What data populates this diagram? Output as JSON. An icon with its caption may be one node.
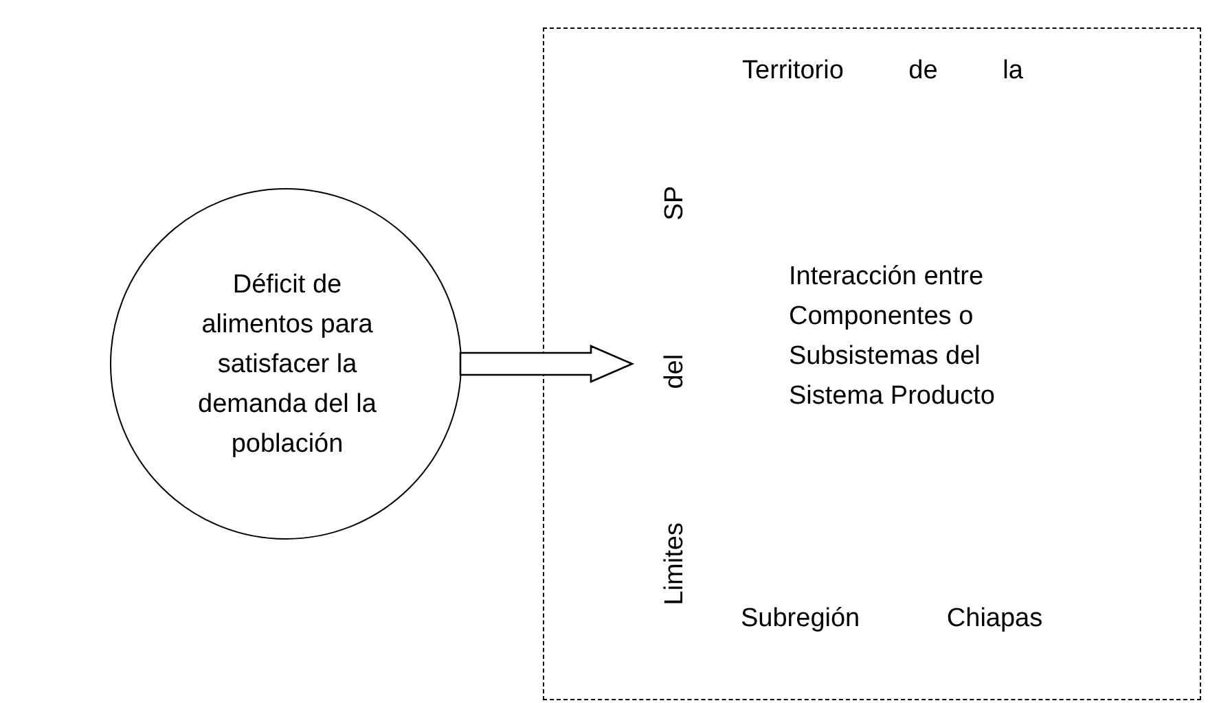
{
  "diagram": {
    "nodes": [
      {
        "text": [
          "Déficit de alimentos para satisfacer la demanda del la población"
        ]
      },
      {
        "text": [
          "Territorio de la",
          "Limites del SP",
          "Interacción entre Componentes o Subsistemas del Sistema Producto",
          "Subregión Chiapas"
        ]
      }
    ],
    "edges": [
      {
        "from": 0,
        "to": 1,
        "arrow": "to"
      }
    ]
  }
}
